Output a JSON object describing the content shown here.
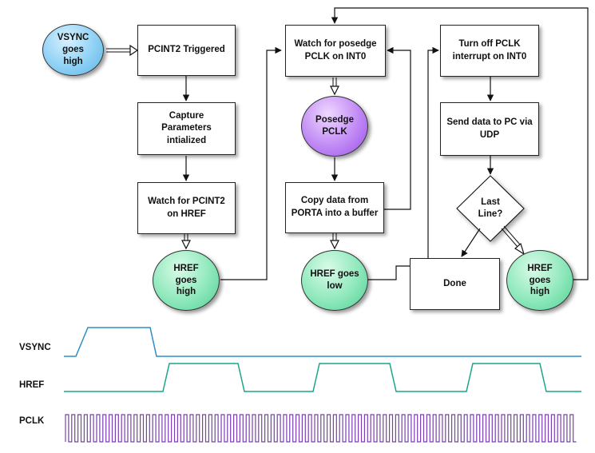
{
  "nodes": {
    "vsync_high": "VSYNC goes high",
    "pcint2_triggered": "PCINT2 Triggered",
    "capture_params": "Capture Parameters intialized",
    "watch_pcint2": "Watch for PCINT2 on HREF",
    "href_high_1": "HREF goes high",
    "watch_posedge": "Watch for posedge PCLK on INT0",
    "posedge_pclk": "Posedge PCLK",
    "copy_data": "Copy data from PORTA into a buffer",
    "href_low": "HREF goes low",
    "turn_off_pclk": "Turn off PCLK interrupt on INT0",
    "send_data": "Send data to PC via UDP",
    "last_line": "Last Line?",
    "done": "Done",
    "href_high_2": "HREF goes high"
  },
  "timing": {
    "signals": [
      {
        "name": "VSYNC",
        "color": "#2b8fc7"
      },
      {
        "name": "HREF",
        "color": "#1aa58a"
      },
      {
        "name": "PCLK",
        "color": "#7a3fb0"
      }
    ]
  },
  "colors": {
    "oval_blue": "#8fd1f5",
    "oval_green": "#8fe8bc",
    "oval_purple": "#c08af5",
    "vsync_line": "#2b8fc7",
    "href_line": "#1aa58a",
    "pclk_line": "#7a3fb0"
  }
}
